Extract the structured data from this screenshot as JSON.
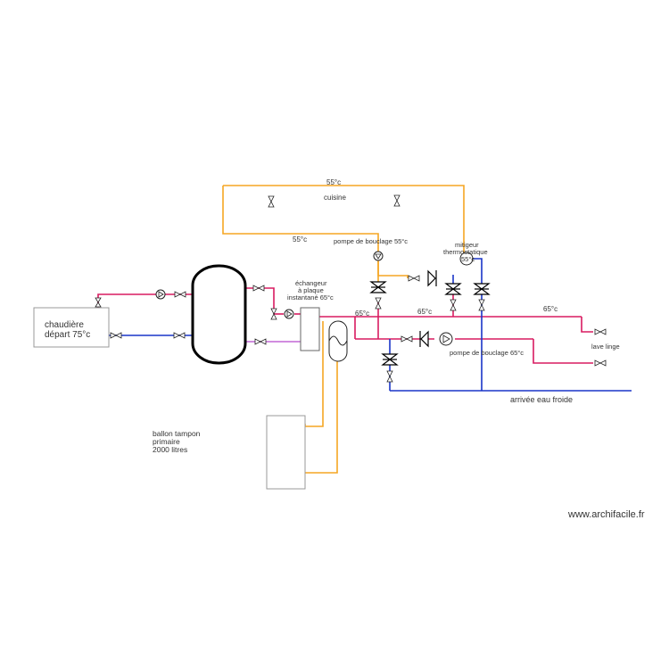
{
  "labels": {
    "temp_55_top": "55°c",
    "cuisine": "cuisine",
    "temp_55_left": "55°c",
    "pompe_bouclage_55": "pompe de bouclage 55°c",
    "mitigeur_line1": "mitigeur",
    "mitigeur_line2": "thermostatique",
    "mitigeur_temp": "55°c",
    "echangeur_line1": "échangeur",
    "echangeur_line2": "à plaque",
    "echangeur_line3": "instantané 65°c",
    "temp_65_a": "65°c",
    "temp_65_b": "65°c",
    "temp_65_c": "65°c",
    "lave_linge": "lave linge",
    "pompe_bouclage_65": "pompe de bouclage 65°c",
    "arrivee_eau_froide": "arrivée eau froide",
    "chaudiere_line1": "chaudière",
    "chaudiere_line2": "départ 75°c",
    "ballon_line1": "ballon tampon",
    "ballon_line2": "primaire",
    "ballon_line3": "2000 litres",
    "watermark": "www.archifacile.fr"
  },
  "colors": {
    "hot": "#d81b60",
    "cold": "#1a35c8",
    "loop": "#f5a623",
    "mix": "#c266d6",
    "equipment": "#000000"
  }
}
